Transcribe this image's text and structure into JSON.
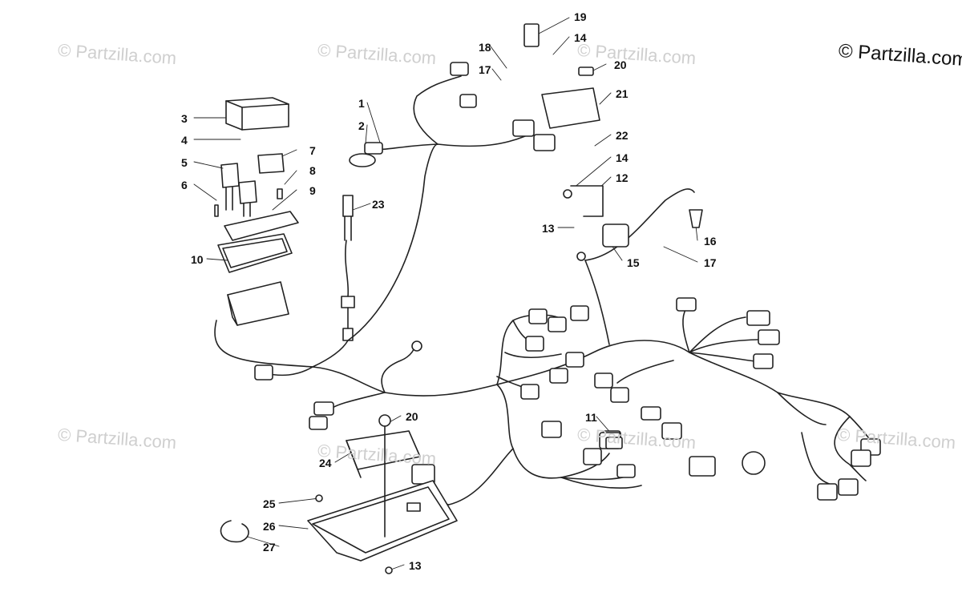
{
  "watermark": {
    "text": "© Partzilla.com",
    "top_right": "© Partzilla.com"
  },
  "callouts": {
    "c1": "1",
    "c2": "2",
    "c3": "3",
    "c4": "4",
    "c5": "5",
    "c6": "6",
    "c7": "7",
    "c8": "8",
    "c9": "9",
    "c10": "10",
    "c11": "11",
    "c12": "12",
    "c13a": "13",
    "c13b": "13",
    "c14a": "14",
    "c14b": "14",
    "c15": "15",
    "c16": "16",
    "c17a": "17",
    "c17b": "17",
    "c18": "18",
    "c19": "19",
    "c20a": "20",
    "c20b": "20",
    "c21": "21",
    "c22": "22",
    "c23": "23",
    "c24": "24",
    "c25": "25",
    "c26": "26",
    "c27": "27"
  },
  "colors": {
    "line": "#222222",
    "watermark": "#cfcfcf",
    "background": "#ffffff"
  }
}
